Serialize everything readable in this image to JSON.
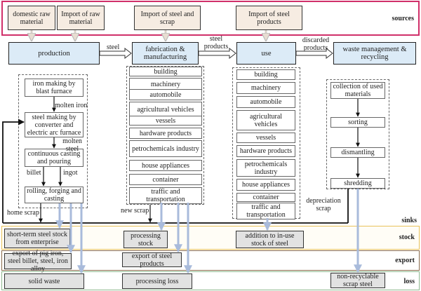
{
  "bands": {
    "sources": "sources",
    "sinks": "sinks",
    "stock": "stock",
    "export": "export",
    "loss": "loss"
  },
  "colors": {
    "sources_border": "#d0306a",
    "stock_border": "#e8c25a",
    "export_border": "#8a6a4a",
    "loss_border": "#8fb88f",
    "source_fill": "#f6ece2",
    "main_fill": "#dcebf7",
    "sink_fill": "#e2e2e2",
    "blue_flow": "#a9bbdb"
  },
  "sources": [
    "domestic raw material",
    "Import of raw material",
    "Import of steel and scrap",
    "Import of steel products"
  ],
  "main_stages": {
    "production": "production",
    "fabrication": "fabrication & manufacturing",
    "use": "use",
    "waste": "waste management & recycling"
  },
  "flow_labels": {
    "steel": "steel",
    "steel_products": "steel products",
    "discarded_products": "discarded products",
    "molten_iron": "molten iron",
    "molten_steel": "molten steel",
    "billet": "billet",
    "ingot": "ingot",
    "home_scrap": "home scrap",
    "new_scrap": "new scrap",
    "depreciation_scrap": "depreciation scrap"
  },
  "production_steps": [
    "iron making by blast furnace",
    "steel making by converter and electric arc furnace",
    "continuous casting and pouring",
    "rolling, forging and casting"
  ],
  "fabrication_sectors": [
    "building",
    "machinery",
    "automobile",
    "agricultural vehicles",
    "vessels",
    "hardware products",
    "petrochemicals industry",
    "house appliances",
    "container",
    "traffic and transportation"
  ],
  "use_sectors": [
    "building",
    "machinery",
    "automobile",
    "agricultural vehicles",
    "vessels",
    "hardware products",
    "petrochemicals industry",
    "house appliances",
    "container",
    "traffic and transportation"
  ],
  "recycling_steps": [
    "collection of used materials",
    "sorting",
    "dismantling",
    "shredding"
  ],
  "sinks": {
    "short_term_stock": "short-term steel stock from enterprise",
    "processing_stock": "processing stock",
    "in_use_stock": "addition to in-use stock of steel",
    "export_pig": "export of pig iron, steel billet, steel, iron alloy",
    "export_products": "export of steel products",
    "solid_waste": "solid waste",
    "processing_loss": "processing loss",
    "non_recyclable": "non-recyclable scrap steel"
  }
}
